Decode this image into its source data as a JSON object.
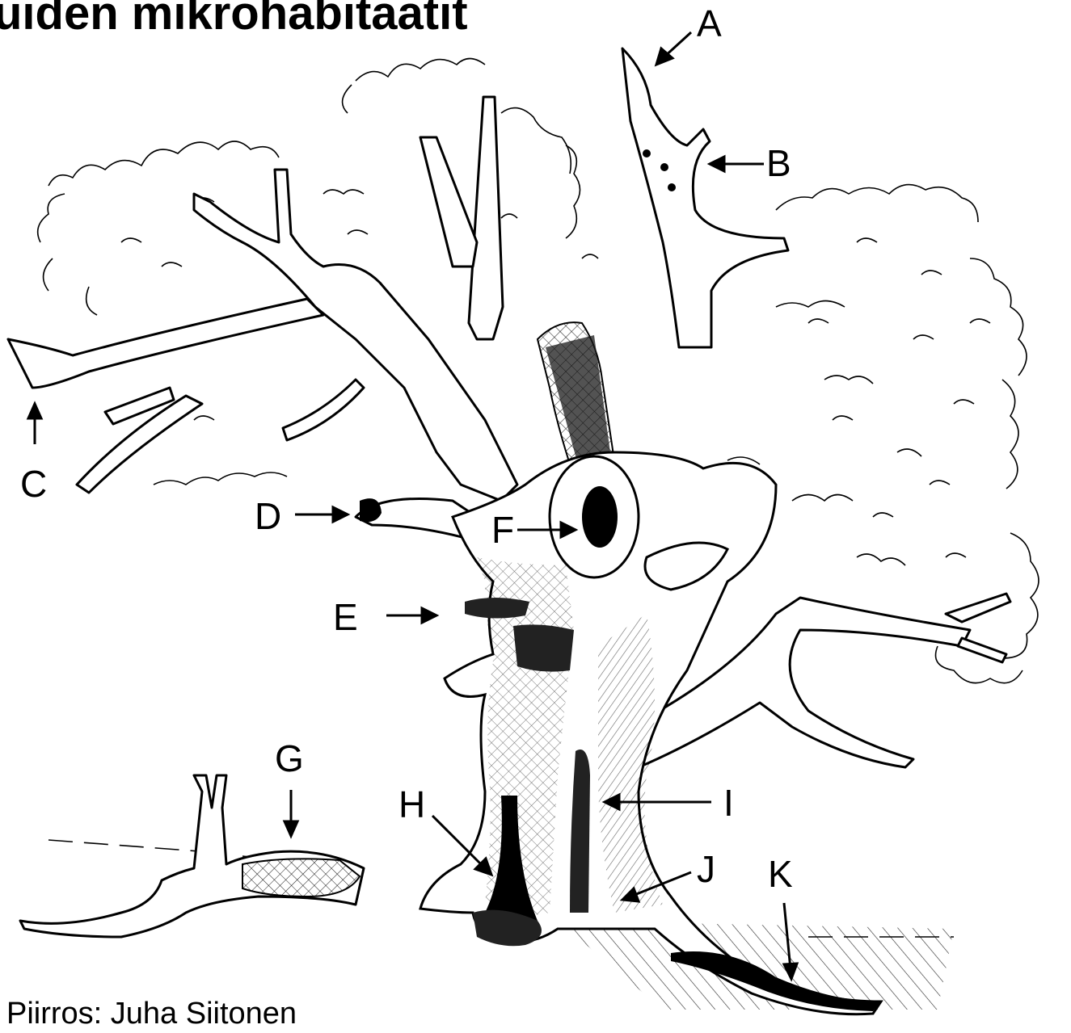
{
  "title": "uiden mikrohabitaatit",
  "credit": "Piirros: Juha Siitonen",
  "labels": {
    "a": "A",
    "b": "B",
    "c": "C",
    "d": "D",
    "e": "E",
    "f": "F",
    "g": "G",
    "h": "H",
    "i": "I",
    "j": "J",
    "k": "K"
  }
}
